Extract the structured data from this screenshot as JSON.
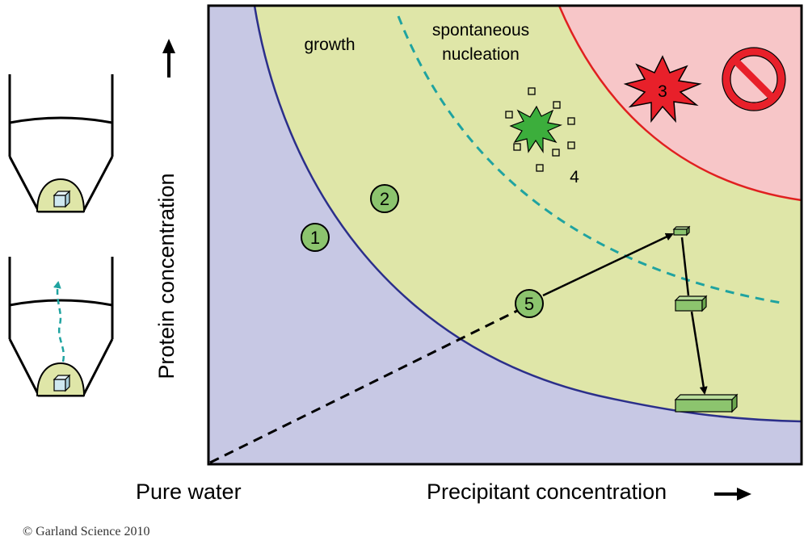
{
  "axes": {
    "y_label": "Protein concentration",
    "x_label": "Precipitant concentration",
    "origin_label": "Pure water"
  },
  "regions": {
    "growth": "growth",
    "nucleation": "spontaneous nucleation"
  },
  "markers": {
    "m1": "1",
    "m2": "2",
    "m3": "3",
    "m4": "4",
    "m5": "5"
  },
  "copyright": "© Garland Science 2010",
  "colors": {
    "undersaturated": "#c7c8e4",
    "metastable": "#dfe6a8",
    "precipitation": "#f7c6c8",
    "boundary": "#2b2f8a",
    "nucleation_line": "#1fa3a0",
    "precip_boundary": "#e02020",
    "crystal": "#8cc46e",
    "burst_red": "#e8202a",
    "burst_green": "#3cae3c"
  },
  "icons": [
    "prohibition-icon",
    "up-arrow-icon",
    "right-arrow-icon",
    "crystal-drop-icon"
  ]
}
